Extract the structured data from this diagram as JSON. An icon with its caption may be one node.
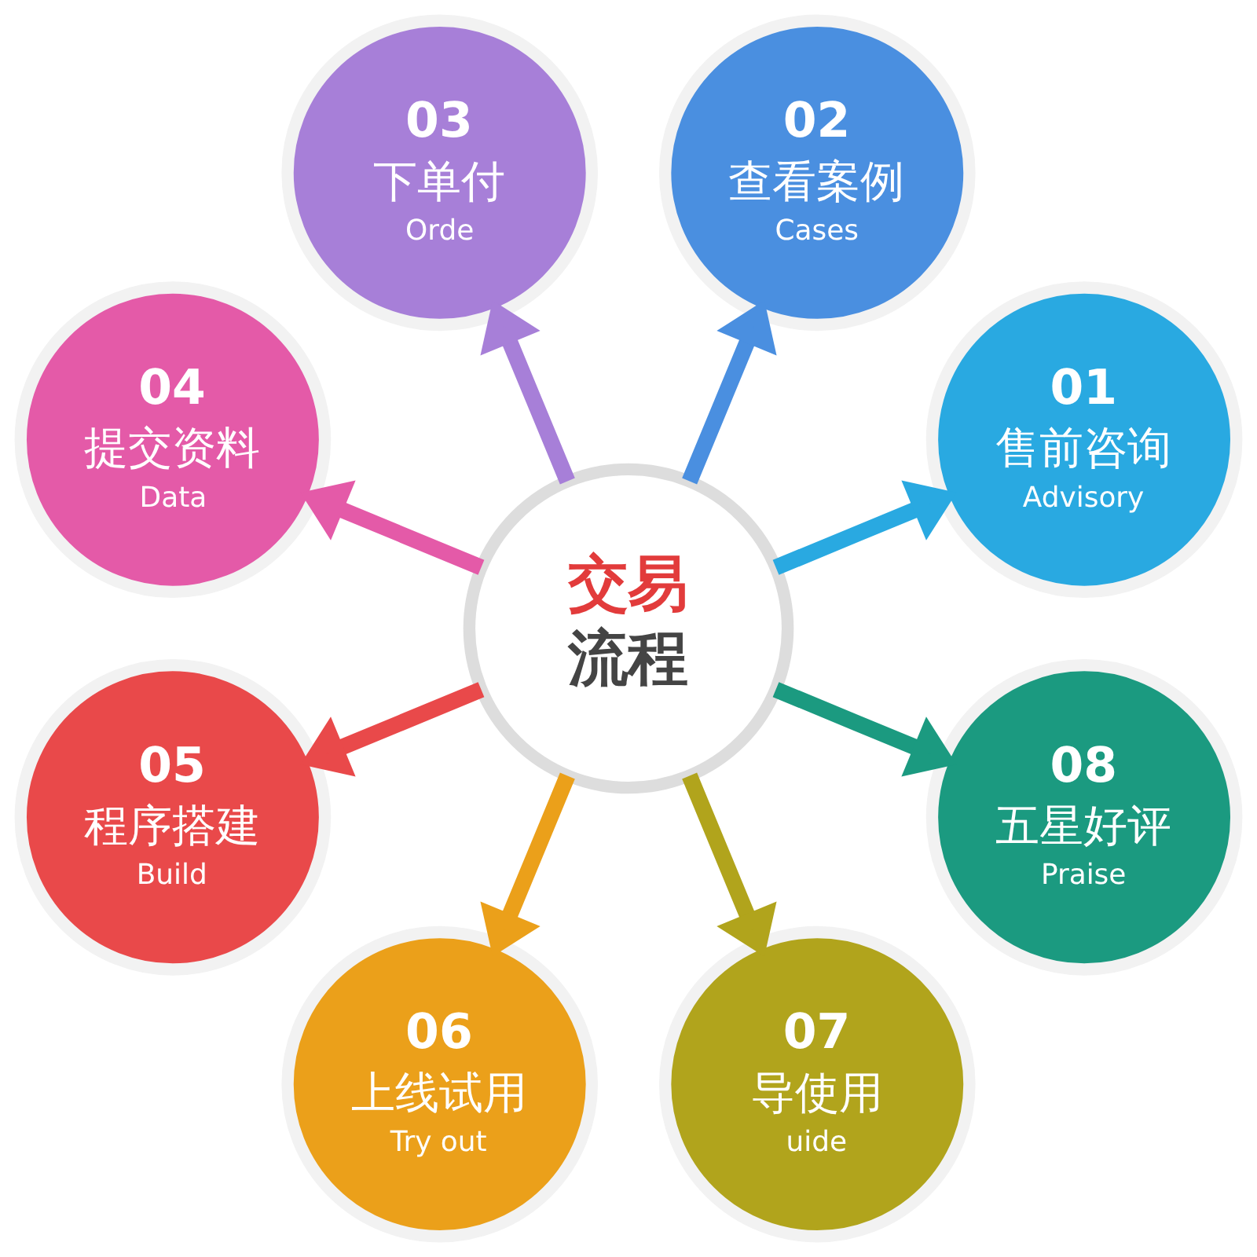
{
  "diagram": {
    "nodes": [
      {
        "text": [
          "01",
          "售前咨询",
          "Advisory"
        ]
      },
      {
        "text": [
          "02",
          "查看案例",
          "Cases"
        ]
      },
      {
        "text": [
          "03",
          "下单付",
          "Orde"
        ]
      },
      {
        "text": [
          "04",
          "提交资料",
          "Data"
        ]
      },
      {
        "text": [
          "05",
          "程序搭建",
          "Build"
        ]
      },
      {
        "text": [
          "06",
          "上线试用",
          "Try out"
        ]
      },
      {
        "text": [
          "07",
          "导使用",
          "uide"
        ]
      },
      {
        "text": [
          "08",
          "五星好评",
          "Praise"
        ]
      },
      {
        "text": [
          "交易",
          "流程"
        ]
      }
    ],
    "edges": [
      {
        "from": 8,
        "to": 0,
        "arrow": "to",
        "color": "#29a9e1"
      },
      {
        "from": 8,
        "to": 1,
        "arrow": "to",
        "color": "#4a8fe0"
      },
      {
        "from": 8,
        "to": 2,
        "arrow": "to",
        "color": "#a77fd8"
      },
      {
        "from": 8,
        "to": 3,
        "arrow": "to",
        "color": "#e45aa8"
      },
      {
        "from": 8,
        "to": 4,
        "arrow": "to",
        "color": "#e9494a"
      },
      {
        "from": 8,
        "to": 5,
        "arrow": "to",
        "color": "#eba01a"
      },
      {
        "from": 8,
        "to": 6,
        "arrow": "to",
        "color": "#b1a41c"
      },
      {
        "from": 8,
        "to": 7,
        "arrow": "to",
        "color": "#1b9a80"
      }
    ]
  }
}
